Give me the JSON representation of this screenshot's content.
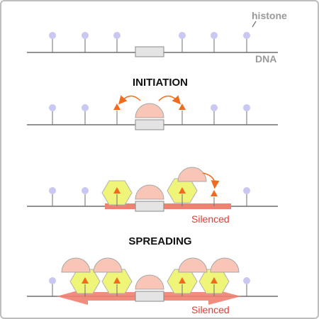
{
  "labels": {
    "histone": "histone",
    "dna": "DNA",
    "initiation": "INITIATION",
    "spreading": "SPREADING",
    "silenced_1": "Silenced",
    "silenced_2": "Silenced"
  },
  "colors": {
    "line": "#6f6f6f",
    "histone_fill": "#c9c8f2",
    "box_fill": "#e4e4e4",
    "box_stroke": "#8a8a8a",
    "dome_fill": "#f8c5b6",
    "dome_stroke": "#a8a8a8",
    "hex_fill": "#eef578",
    "hex_stroke": "#b0b0b0",
    "mark": "#f26b1d",
    "silenced_bar": "#f08070",
    "silenced_text": "#e53935"
  },
  "icons": {
    "histone": "lollipop-icon",
    "modification": "triangle-icon",
    "silencer": "dome-icon",
    "reader": "hexagon-icon"
  }
}
